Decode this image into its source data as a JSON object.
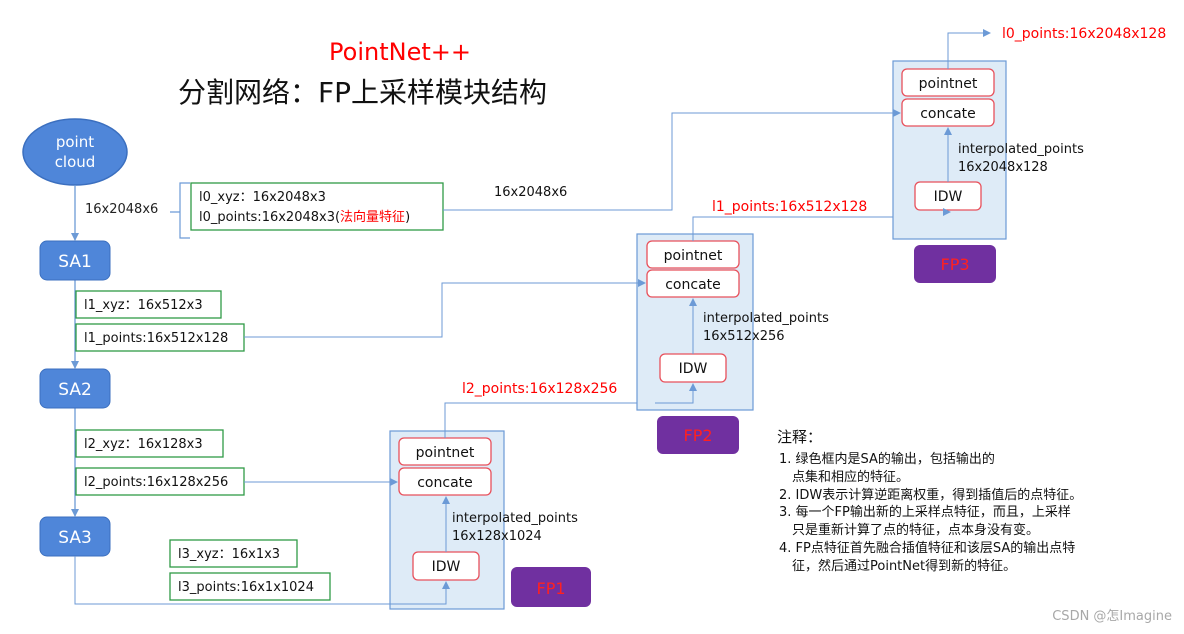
{
  "title": {
    "line1": "PointNet++",
    "line2": "分割网络：FP上采样模块结构"
  },
  "input_node": {
    "line1": "point",
    "line2": "cloud"
  },
  "sa_blocks": {
    "sa1": "SA1",
    "sa2": "SA2",
    "sa3": "SA3"
  },
  "edge_labels": {
    "input_to_sa1": "16x2048x6",
    "l0_to_fp3": "16x2048x6"
  },
  "sa_outputs": {
    "l0_xyz": "l0_xyz：16x2048x3",
    "l0_points_prefix": "l0_points:16x2048x3(",
    "l0_points_red": "法向量特征",
    "l0_points_suffix": ")",
    "l1_xyz": "l1_xyz：16x512x3",
    "l1_points": "l1_points:16x512x128",
    "l2_xyz": "l2_xyz：16x128x3",
    "l2_points": "l2_points:16x128x256",
    "l3_xyz": "l3_xyz：16x1x3",
    "l3_points": "l3_points:16x1x1024"
  },
  "fp_modules": {
    "fp1": {
      "label": "FP1",
      "pointnet": "pointnet",
      "concate": "concate",
      "idw": "IDW",
      "interp_line1": "interpolated_points",
      "interp_line2": "16x128x1024",
      "output": "l2_points:16x128x256"
    },
    "fp2": {
      "label": "FP2",
      "pointnet": "pointnet",
      "concate": "concate",
      "idw": "IDW",
      "interp_line1": "interpolated_points",
      "interp_line2": "16x512x256",
      "output": "l1_points:16x512x128"
    },
    "fp3": {
      "label": "FP3",
      "pointnet": "pointnet",
      "concate": "concate",
      "idw": "IDW",
      "interp_line1": "interpolated_points",
      "interp_line2": "16x2048x128",
      "output": "l0_points:16x2048x128"
    }
  },
  "notes": {
    "heading": "注释：",
    "lines": [
      "1. 绿色框内是SA的输出，包括输出的",
      "点集和相应的特征。",
      "2. IDW表示计算逆距离权重，得到插值后的点特征。",
      "3. 每一个FP输出新的上采样点特征，而且，上采样",
      "只是重新计算了点的特征，点本身没有变。",
      "4. FP点特征首先融合插值特征和该层SA的输出点特",
      "征，然后通过PointNet得到新的特征。"
    ]
  },
  "watermark": "CSDN @怎Imagine",
  "colors": {
    "title_red": "#ff0000",
    "sa_fill": "#4f86d9",
    "line_blue": "#6c9ad6",
    "green_border": "#2f9a46",
    "fp_fill": "#deebf7",
    "red_box": "#e8505b",
    "fp_label_fill": "#7030a0",
    "fp_label_text": "#ff2020"
  }
}
